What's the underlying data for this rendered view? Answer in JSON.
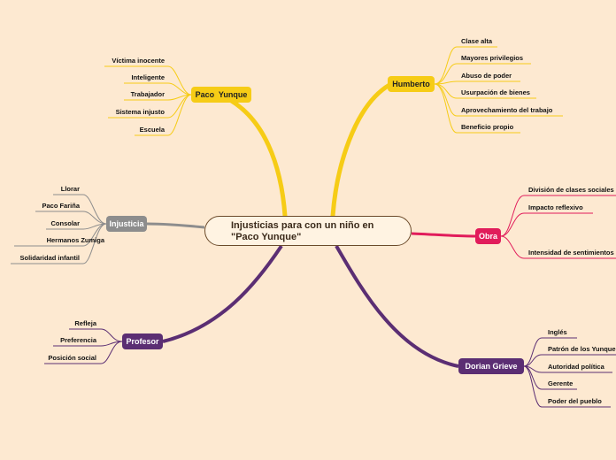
{
  "central_topic": "Injusticias para con un niño en\n\"Paco Yunque\"",
  "colors": {
    "background": "#fde9d1",
    "paco_yunque": "#f6cc16",
    "humberto": "#f6cc16",
    "injusticia": "#8d8d8d",
    "obra": "#e11c5b",
    "profesor": "#5b2e73",
    "dorian_grieve": "#5b2e73"
  },
  "branches": {
    "paco_yunque": {
      "label": "Paco  Yunque",
      "children": [
        "Víctima inocente",
        "Inteligente",
        "Trabajador",
        "Sistema injusto",
        "Escuela"
      ]
    },
    "humberto": {
      "label": "Humberto",
      "children": [
        "Clase alta",
        "Mayores privilegios",
        "Abuso de poder",
        "Usurpación de bienes",
        "Aprovechamiento del trabajo",
        "Beneficio propio"
      ]
    },
    "injusticia": {
      "label": "Injusticia",
      "children": [
        "Llorar",
        "Paco Fariña",
        "Consolar",
        "Hermanos Zumiga",
        "Solidaridad infantil"
      ]
    },
    "obra": {
      "label": "Obra",
      "children": [
        "División de clases sociales",
        "Impacto reflexivo",
        "Intensidad de sentimientos"
      ]
    },
    "profesor": {
      "label": "Profesor",
      "children": [
        "Refleja",
        "Preferencia",
        "Posición social"
      ]
    },
    "dorian_grieve": {
      "label": "Dorian Grieve",
      "children": [
        "Inglés",
        "Patrón de los Yunque",
        "Autoridad política",
        "Gerente",
        "Poder del pueblo"
      ]
    }
  }
}
